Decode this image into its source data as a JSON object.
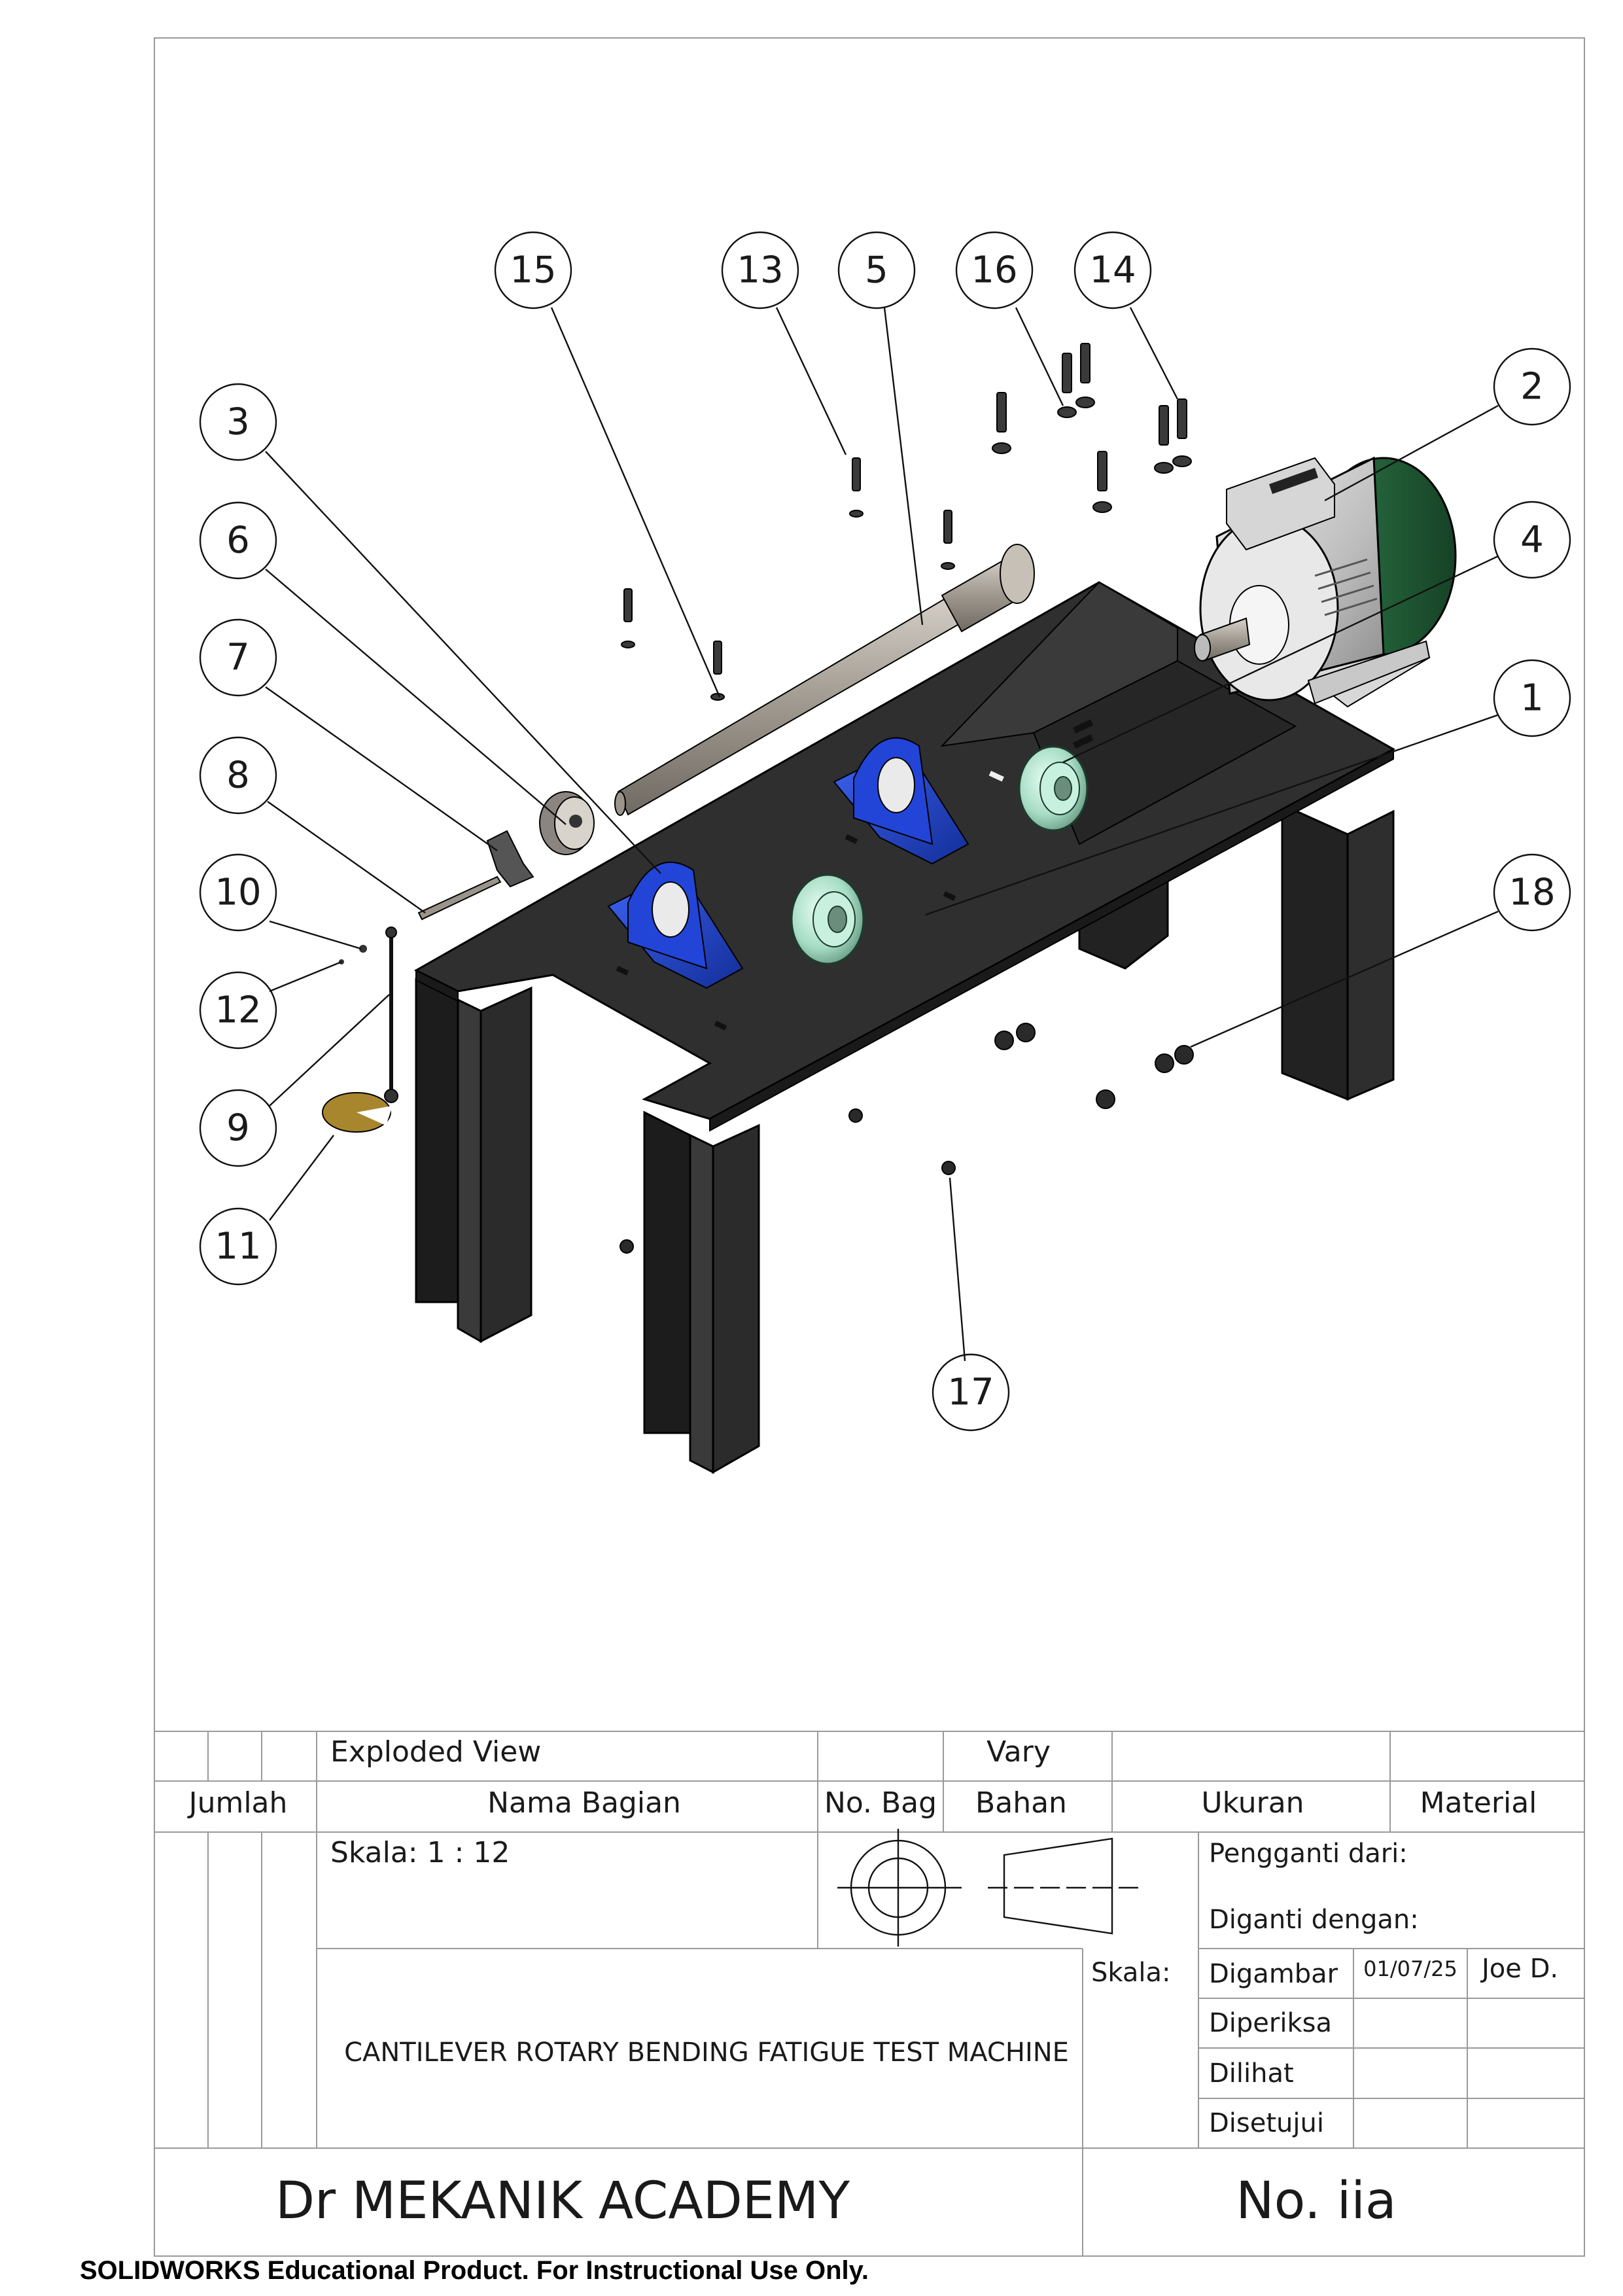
{
  "balloons": [
    {
      "id": "15",
      "label": "15"
    },
    {
      "id": "13",
      "label": "13"
    },
    {
      "id": "5",
      "label": "5"
    },
    {
      "id": "16",
      "label": "16"
    },
    {
      "id": "14",
      "label": "14"
    },
    {
      "id": "2",
      "label": "2"
    },
    {
      "id": "3",
      "label": "3"
    },
    {
      "id": "4",
      "label": "4"
    },
    {
      "id": "6",
      "label": "6"
    },
    {
      "id": "7",
      "label": "7"
    },
    {
      "id": "1",
      "label": "1"
    },
    {
      "id": "8",
      "label": "8"
    },
    {
      "id": "10",
      "label": "10"
    },
    {
      "id": "18",
      "label": "18"
    },
    {
      "id": "12",
      "label": "12"
    },
    {
      "id": "9",
      "label": "9"
    },
    {
      "id": "11",
      "label": "11"
    },
    {
      "id": "17",
      "label": "17"
    }
  ],
  "title_block": {
    "row1": {
      "part_name": "Exploded View",
      "material": "Vary"
    },
    "headers": {
      "qty": "Jumlah",
      "part_name": "Nama Bagian",
      "part_no": "No. Bag",
      "material": "Bahan",
      "size": "Ukuran",
      "remark": "Material"
    },
    "scale": "Skala: 1 : 12",
    "replaces": "Pengganti dari:",
    "replaced_by": "Diganti dengan:",
    "scale_label": "Skala:",
    "drawn": {
      "label": "Digambar",
      "date": "01/07/25",
      "name": "Joe D."
    },
    "checked": "Diperiksa",
    "seen": "Dilihat",
    "approved": "Disetujui",
    "drawing_title": "CANTILEVER ROTARY BENDING FATIGUE TEST MACHINE",
    "company": "Dr MEKANIK ACADEMY",
    "drawing_no": "No. iia"
  },
  "watermark": "SOLIDWORKS Educational Product. For Instructional Use Only.",
  "colors": {
    "frame": "#000000",
    "table_steel": "#2f2f2f",
    "pillow_block": "#1f3fc8",
    "bearing": "#a9e0c8",
    "motor_body": "#c9c9c9",
    "motor_fan": "#1f5e35",
    "shaft": "#9a948a",
    "weight_disc": "#a8862e"
  }
}
